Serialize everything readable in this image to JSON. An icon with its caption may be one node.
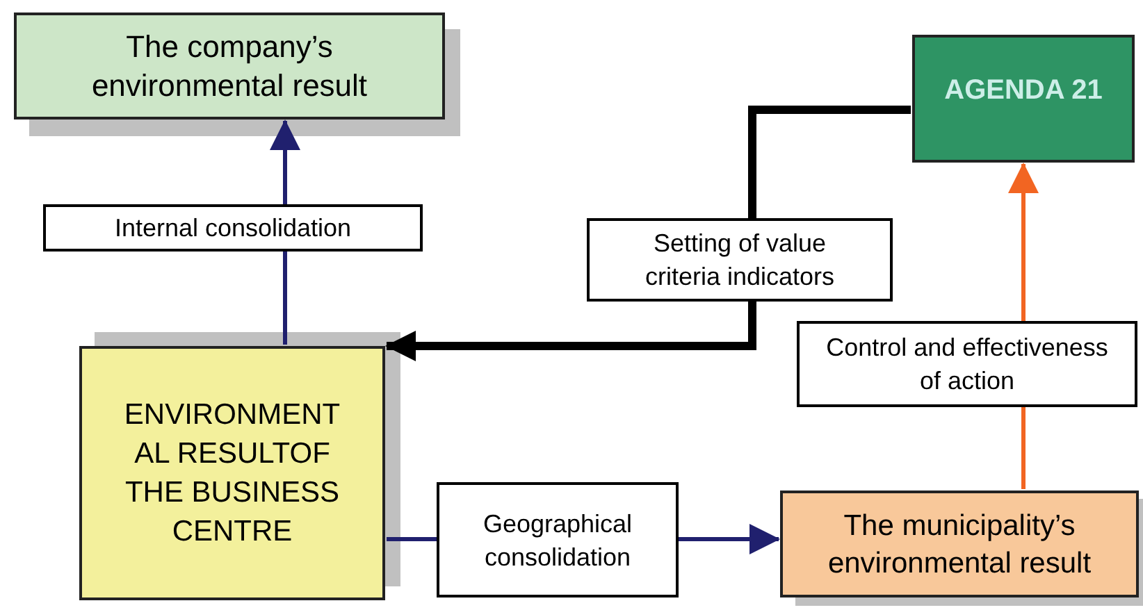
{
  "diagram": {
    "nodes": [
      {
        "text": [
          "The company’s environmental result"
        ]
      },
      {
        "text": [
          "AGENDA 21"
        ]
      },
      {
        "text": [
          "ENVIRONMENT AL RESULTOF THE BUSINESS CENTRE"
        ]
      },
      {
        "text": [
          "The municipality’s environmental result"
        ]
      }
    ],
    "edges": [
      {
        "from": 2,
        "to": 0,
        "arrow": "to",
        "label": "Internal consolidation"
      },
      {
        "from": 1,
        "to": 2,
        "arrow": "to",
        "label": "Setting of value criteria indicators",
        "style": "thick",
        "color": "#000000"
      },
      {
        "from": 2,
        "to": 3,
        "arrow": "to",
        "label": "Geographical consolidation"
      },
      {
        "from": 3,
        "to": 1,
        "arrow": "to",
        "label": "Control and effectiveness of action",
        "color": "#f26522"
      }
    ]
  }
}
